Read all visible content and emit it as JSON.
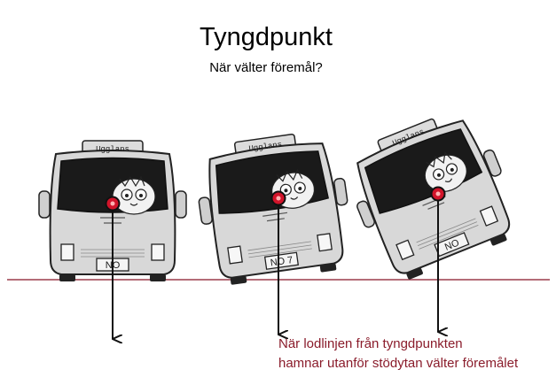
{
  "title": "Tyngdpunkt",
  "subtitle": "När välter föremål?",
  "note": {
    "line1": "När lodlinjen från tyngdpunkten",
    "line2": "hamnar utanför stödytan välter föremålet"
  },
  "buses": [
    {
      "sign": "Ugglans",
      "plate": "NO"
    },
    {
      "sign": "Ugglans",
      "plate": "NO 7"
    },
    {
      "sign": "Ugglans",
      "plate": "NO"
    }
  ],
  "colors": {
    "ground_line": "#9c3b4b",
    "cog_marker": "#d2142a",
    "note_text": "#8a1c2b",
    "bus_body": "#d8d8d8",
    "windshield": "#1a1a1a"
  }
}
